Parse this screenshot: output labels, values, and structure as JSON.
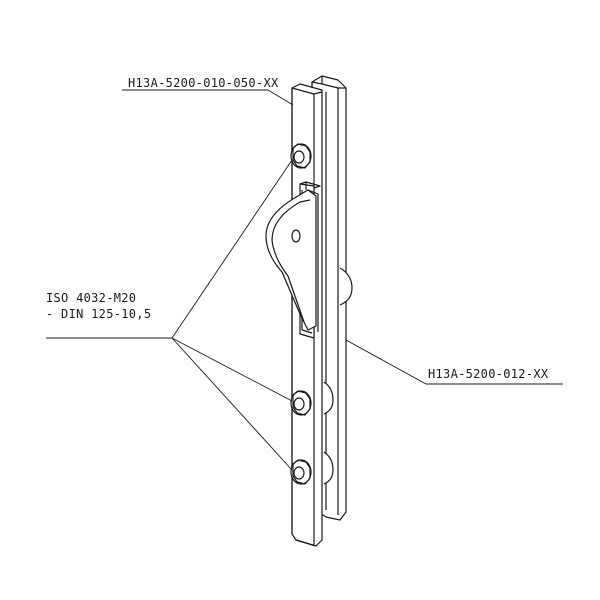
{
  "diagram": {
    "type": "exploded-assembly-drawing",
    "labels": {
      "top_part": "H13A-5200-010-050-XX",
      "fastener_line1": "ISO 4032-M20",
      "fastener_line2": "- DIN 125-10,5",
      "right_part": "H13A-5200-012-XX"
    },
    "components": [
      {
        "id": "front-plate",
        "part_number": "H13A-5200-010-050-XX"
      },
      {
        "id": "back-plate",
        "part_number": "H13A-5200-012-XX"
      },
      {
        "id": "nut-washer",
        "part_number": "ISO 4032-M20 - DIN 125-10,5",
        "count": 3
      },
      {
        "id": "lifting-lug"
      }
    ],
    "colors": {
      "line": "#1a1a1a",
      "background": "#ffffff"
    }
  }
}
